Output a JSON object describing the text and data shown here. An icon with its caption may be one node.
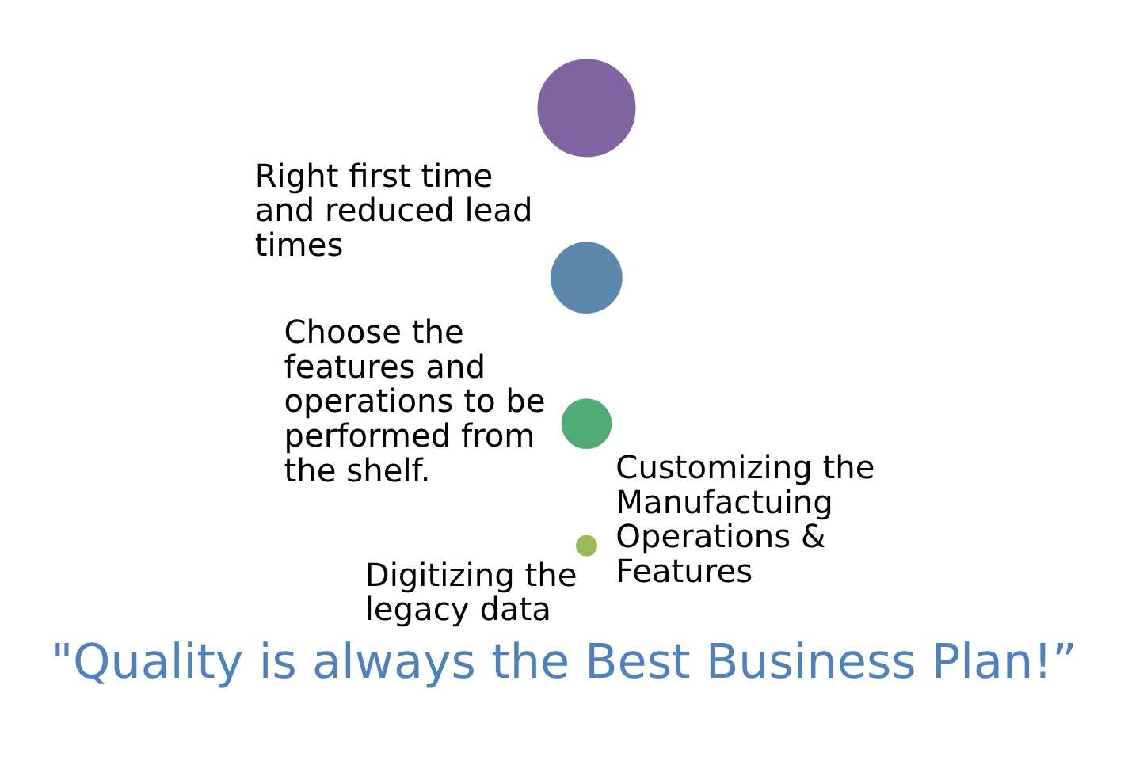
{
  "diagram": {
    "caption": "\"Quality is always the Best Business Plan!”",
    "nodes": [
      {
        "text": [],
        "shape": "circle",
        "beside": [
          "Digitizing the legacy data"
        ]
      },
      {
        "text": [],
        "shape": "circle",
        "beside": [
          "Customizing the Manufactuing Operations & Features"
        ]
      },
      {
        "text": [],
        "shape": "circle",
        "beside": [
          "Choose the features and operations to be performed from the shelf."
        ]
      },
      {
        "text": [],
        "shape": "circle",
        "beside": [
          "Right first time and reduced lead times"
        ]
      }
    ]
  }
}
